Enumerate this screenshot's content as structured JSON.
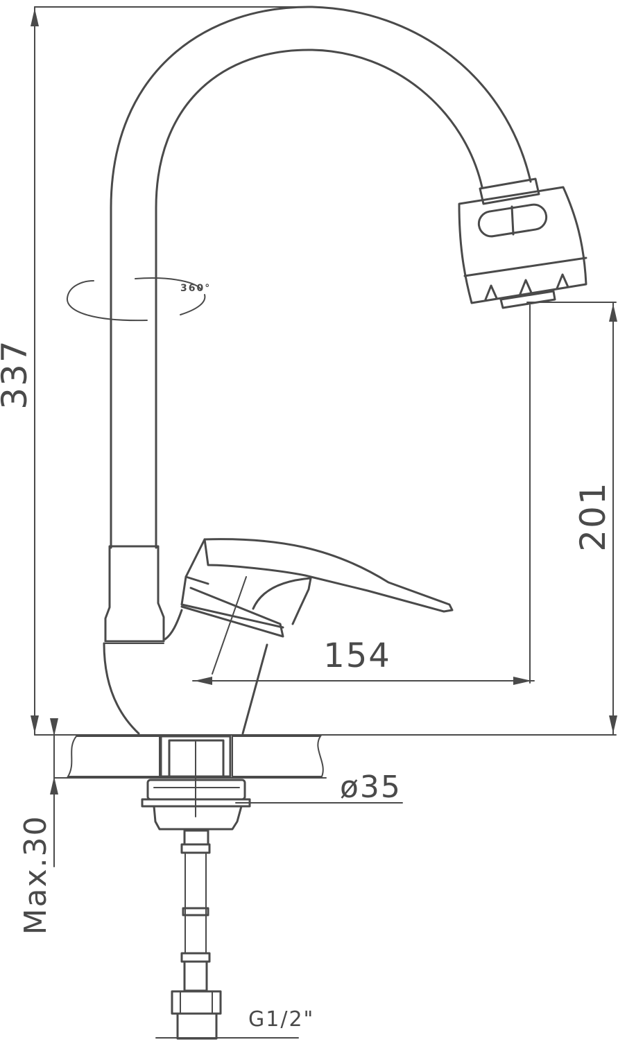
{
  "dimensions": {
    "total_height": "337",
    "spout_height": "201",
    "spout_reach": "154",
    "base_diameter": "ø35",
    "max_counter_thickness": "Max.30",
    "thread": "G1/2\""
  },
  "rotation_label": "360°"
}
